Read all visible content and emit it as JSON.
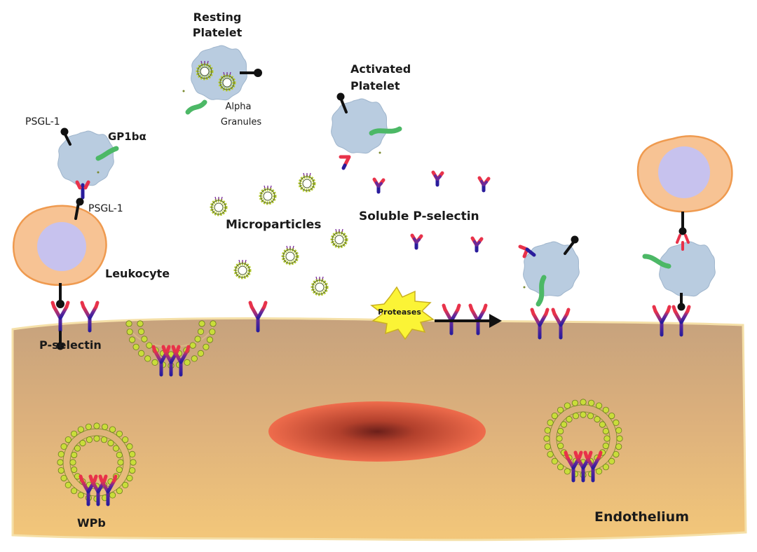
{
  "labels": {
    "resting_platelet_line1": "Resting",
    "resting_platelet_line2": "Platelet",
    "alpha_granules_line1": "Alpha",
    "alpha_granules_line2": "Granules",
    "activated_platelet_line1": "Activated",
    "activated_platelet_line2": "Platelet",
    "psgl1_top": "PSGL-1",
    "gp1b": "GP1bα",
    "psgl1_bottom": "PSGL-1",
    "leukocyte": "Leukocyte",
    "p_selectin": "P-selectin",
    "microparticles": "Microparticles",
    "soluble_p_selectin": "Soluble P-selectin",
    "proteases": "Proteases",
    "endothelium": "Endothelium",
    "wpb": "WPb"
  },
  "colors": {
    "endothelium_top": "#c9a77f",
    "endothelium_bottom": "#f2c47a",
    "endothelium_edge": "#f3d89a",
    "nucleus_outer": "#ec6a4a",
    "nucleus_inner": "#7a2a20",
    "platelet": "#b9cce0",
    "leukocyte_cell": "#f7c394",
    "leukocyte_border": "#ef9a4f",
    "leukocyte_nucleus": "#c7c2ee",
    "selectin_stem": "#3a1e9a",
    "selectin_tip": "#e8324a",
    "gp1b": "#4cb866",
    "lipid_head": "#c9dd3a",
    "proteases_burst": "#fbf436"
  },
  "icons": [
    "platelet-shape",
    "leukocyte-cell",
    "p-selectin-receptor",
    "psgl1-ligand",
    "microparticle",
    "weibel-palade-body",
    "protease-burst",
    "arrow-right"
  ]
}
